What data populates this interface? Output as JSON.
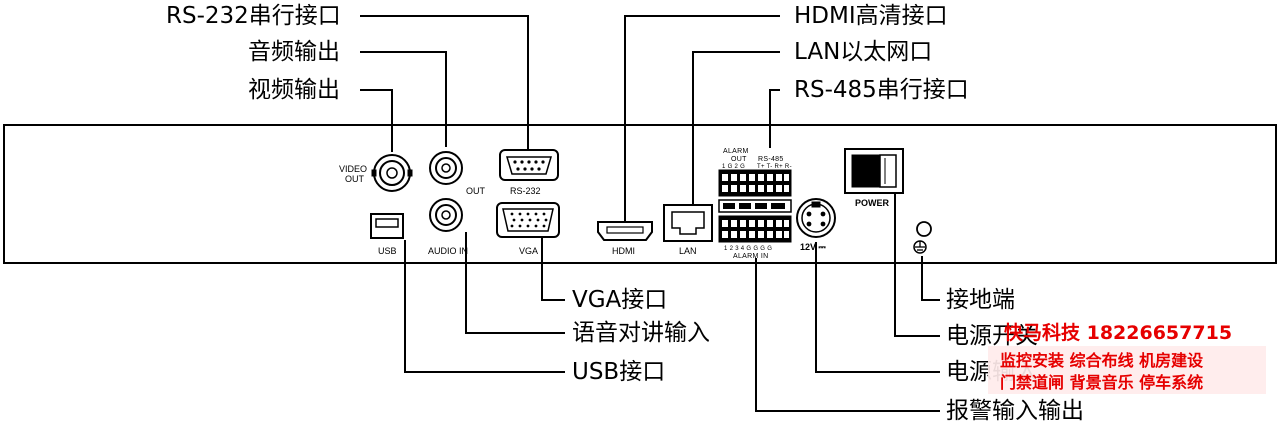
{
  "callouts": {
    "rs232": "RS-232串行接口",
    "audio_out": "音频输出",
    "video_out": "视频输出",
    "hdmi": "HDMI高清接口",
    "lan": "LAN以太网口",
    "rs485": "RS-485串行接口",
    "vga": "VGA接口",
    "audio_in": "语音对讲输入",
    "usb": "USB接口",
    "ground": "接地端",
    "power_switch": "电源开关",
    "power_in": "电源输入",
    "alarm_io": "报警输入输出"
  },
  "panel": {
    "video_out_1": "VIDEO",
    "video_out_2": "OUT",
    "out": "OUT",
    "rs232": "RS-232",
    "usb": "USB",
    "audio_in": "AUDIO IN",
    "vga": "VGA",
    "hdmi": "HDMI",
    "lan": "LAN",
    "alarm": "ALARM",
    "alarm_out": "OUT",
    "rs485": "RS-485",
    "alarm_out_pins": "1 G 2 G",
    "rs485_pins": "T+ T- R+ R-",
    "alarm_in_pins": "1 2 3 4 G G G G",
    "alarm_in": "ALARM   IN",
    "power_12v": "12V ⎓",
    "power": "POWER"
  },
  "watermark": {
    "phone": "快马科技 18226657715",
    "line1": "监控安装  综合布线  机房建设",
    "line2": "门禁道闸  背景音乐  停车系统",
    "color": "#e60000"
  }
}
